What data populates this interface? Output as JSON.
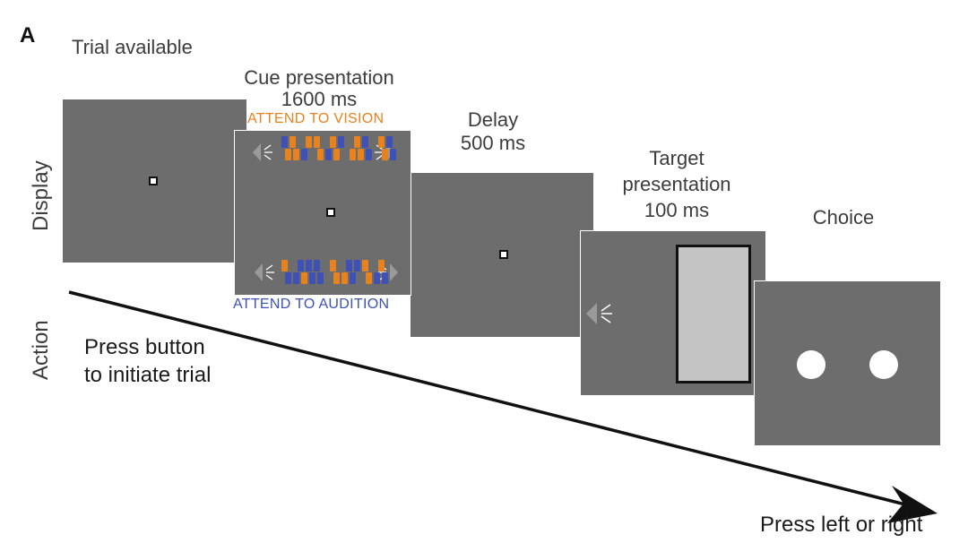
{
  "panel_letter": "A",
  "row_labels": {
    "display": "Display",
    "action": "Action"
  },
  "panels": [
    {
      "title": "Trial available"
    },
    {
      "title": "Cue presentation",
      "duration": "1600 ms"
    },
    {
      "title": "Delay",
      "duration": "500 ms"
    },
    {
      "title": "Target",
      "title2": "presentation",
      "duration": "100 ms"
    },
    {
      "title": "Choice"
    }
  ],
  "cues": {
    "vision": "ATTEND TO VISION",
    "audition": "ATTEND TO AUDITION",
    "vision_color": "#e8821e",
    "audition_color": "#3f51b5"
  },
  "actions": {
    "start_line1": "Press button",
    "start_line2": "to initiate trial",
    "end": "Press left or right"
  },
  "colors": {
    "screen": "#6d6d6d",
    "target_bar": "#c4c4c4",
    "arrow": "#111111",
    "speaker": "#9a9a9a"
  },
  "icons": {
    "fixation": "fixation-square-icon",
    "speaker": "speaker-icon",
    "choice_ports": "circle-icon"
  }
}
